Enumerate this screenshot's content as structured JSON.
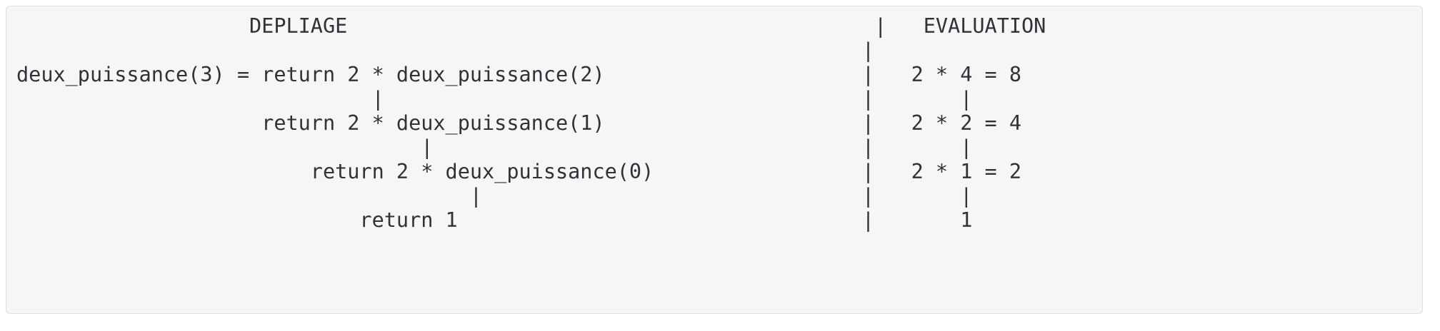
{
  "card": {
    "kind": "code-block",
    "language": "text",
    "background_color": "#f6f6f6",
    "border_color": "#e0e0e0",
    "text_color": "#2f3337"
  },
  "columns": {
    "left_header": "DEPLIAGE",
    "right_header": "EVALUATION",
    "separator_char": "|"
  },
  "function_name": "deux_puissance",
  "depliage_lines": [
    "deux_puissance(3) = return 2 * deux_puissance(2)",
    "|",
    "return 2 * deux_puissance(1)",
    "|",
    "return 2 * deux_puissance(0)",
    "|",
    "return 1"
  ],
  "evaluation_lines": [
    "2 * 4 = 8",
    "|",
    "2 * 2 = 4",
    "|",
    "2 * 1 = 2",
    "|",
    "1"
  ],
  "ascii_art": "                   DEPLIAGE                                           |   EVALUATION\n                                                                     |\ndeux_puissance(3) = return 2 * deux_puissance(2)                     |   2 * 4 = 8\n                             |                                       |       |\n                    return 2 * deux_puissance(1)                     |   2 * 2 = 4\n                                 |                                   |       |\n                        return 2 * deux_puissance(0)                 |   2 * 1 = 2\n                                     |                               |       |\n                            return 1                                 |       1"
}
